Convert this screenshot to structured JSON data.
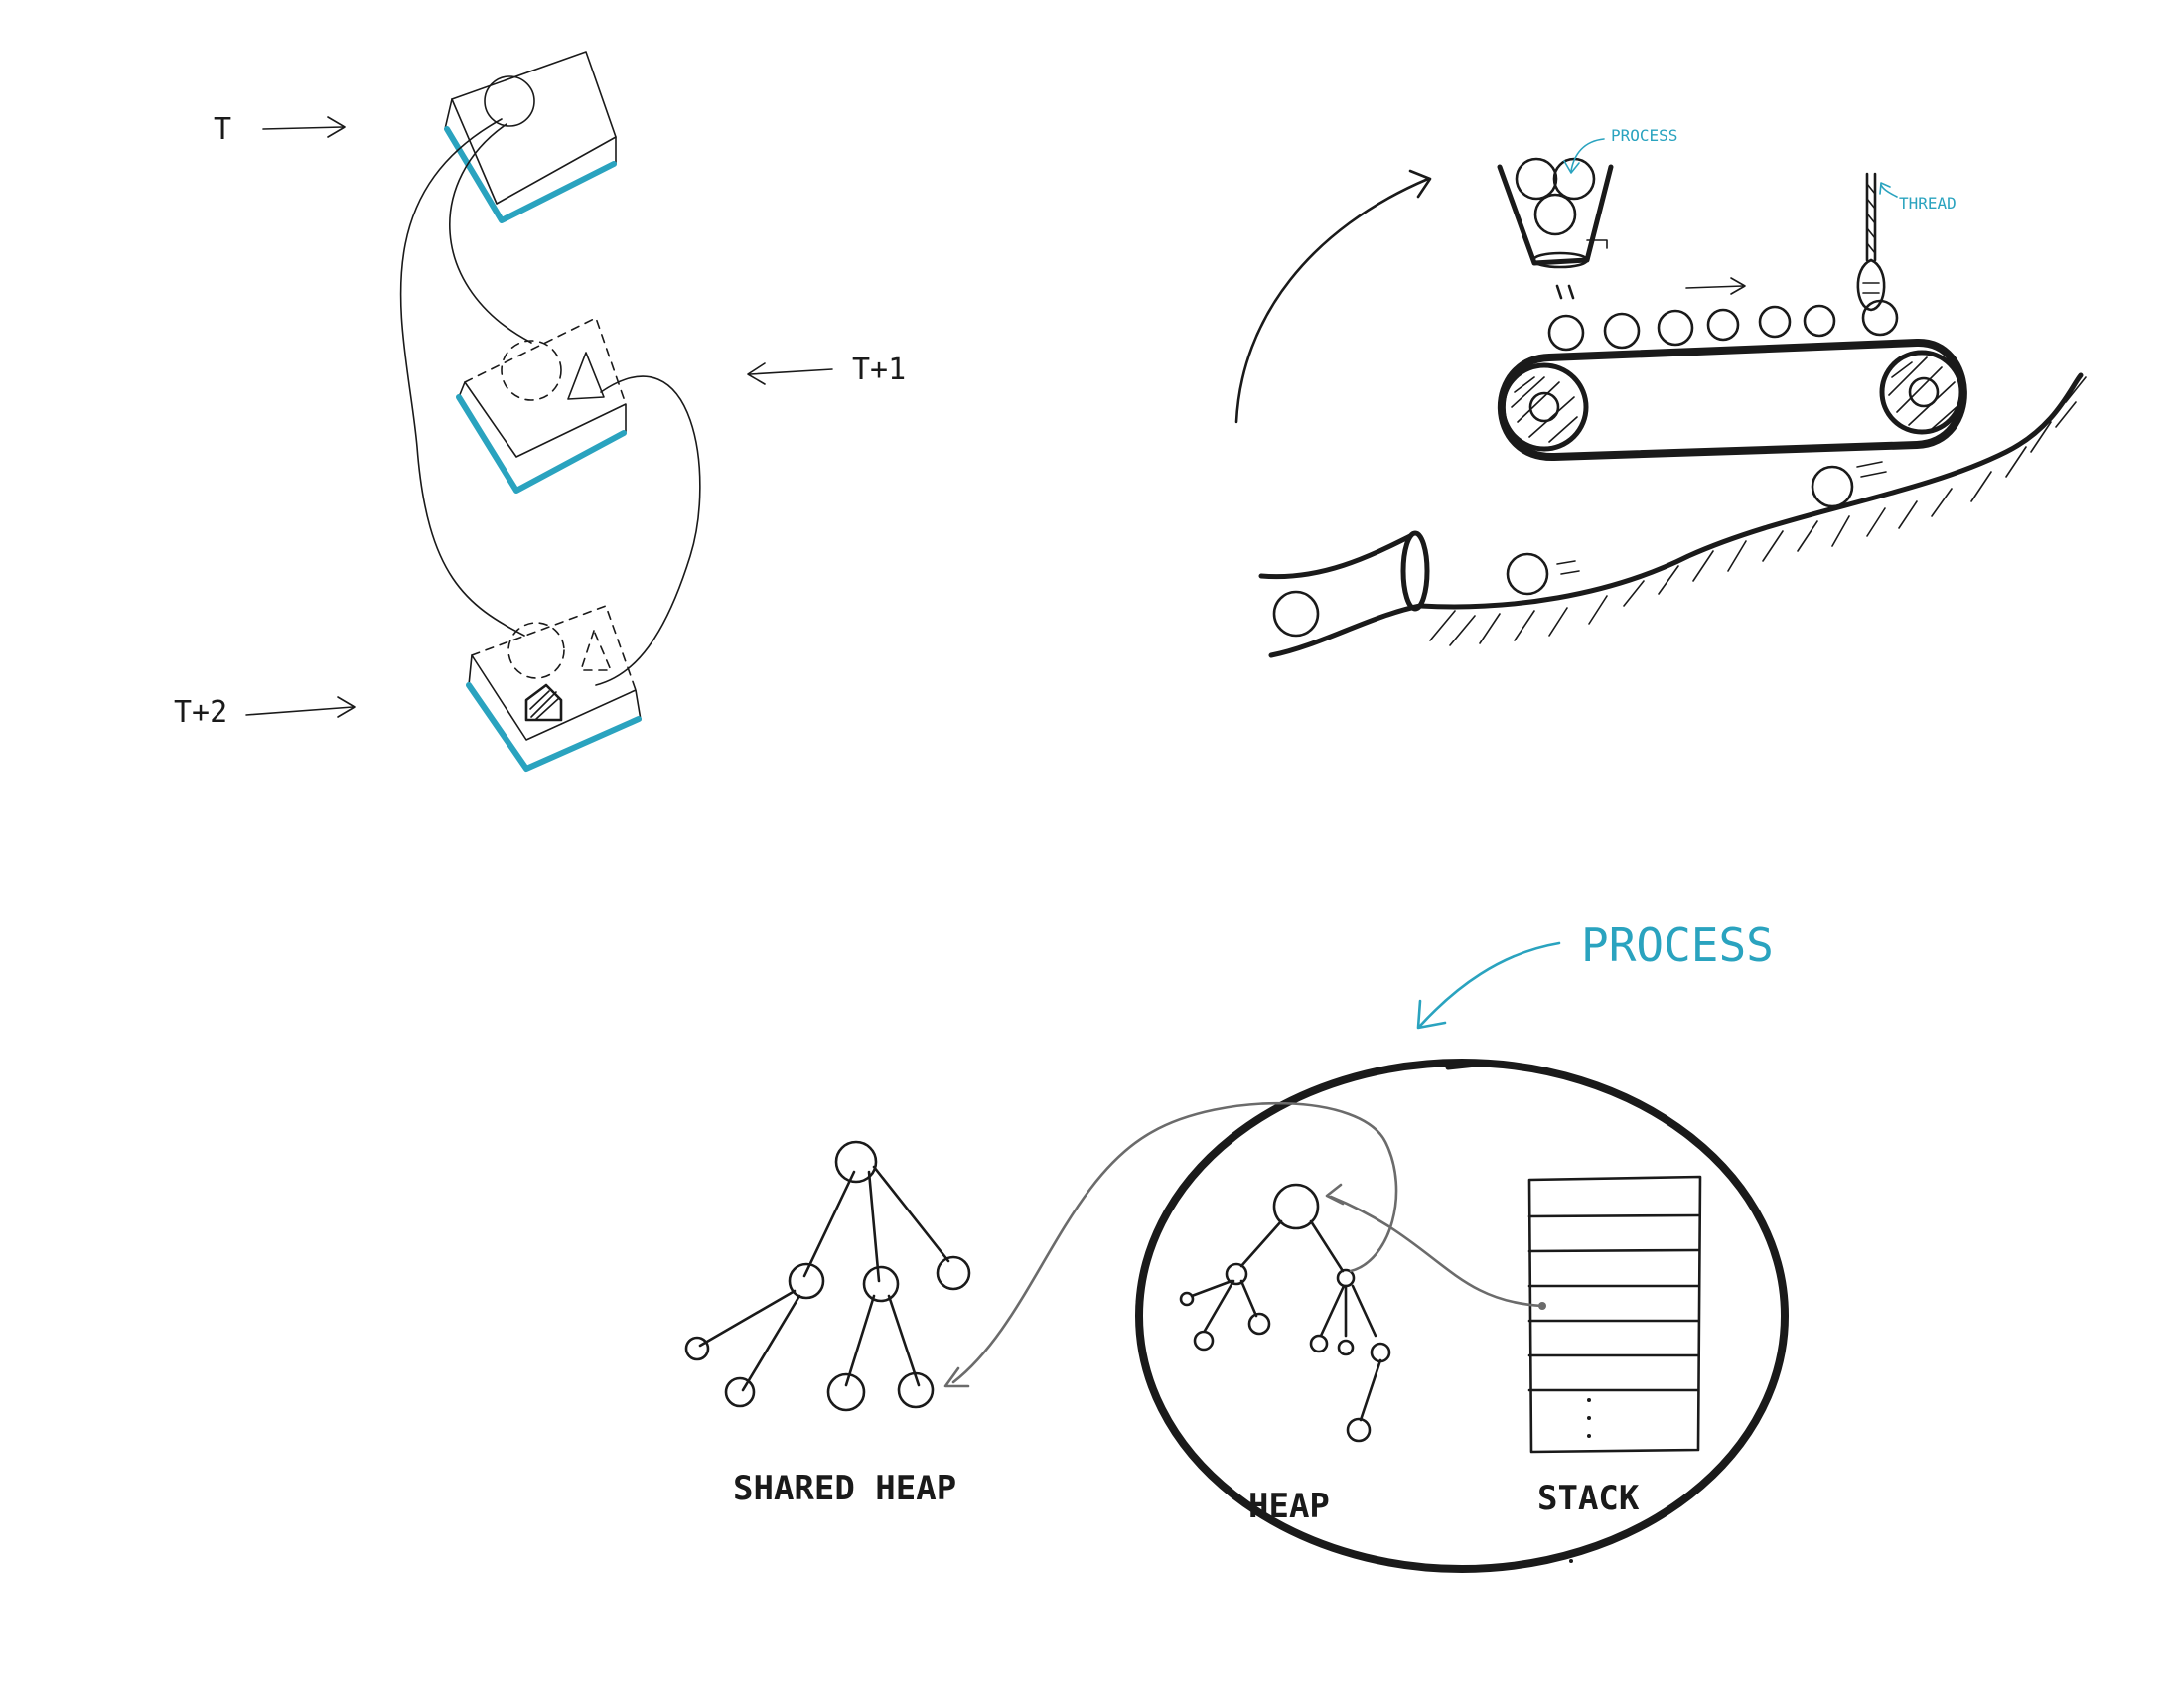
{
  "colors": {
    "ink": "#1a1a1a",
    "accent": "#2aa3bf",
    "arrow_grey": "#6b6b6b"
  },
  "timeline": {
    "labels": {
      "t0": "T",
      "t1": "T+1",
      "t2": "T+2"
    }
  },
  "conveyor": {
    "process_label": "PROCESS",
    "thread_label": "THREAD"
  },
  "memory": {
    "process_label": "PROCESS",
    "shared_heap_label": "SHARED HEAP",
    "heap_label": "HEAP",
    "stack_label": "STACK"
  }
}
